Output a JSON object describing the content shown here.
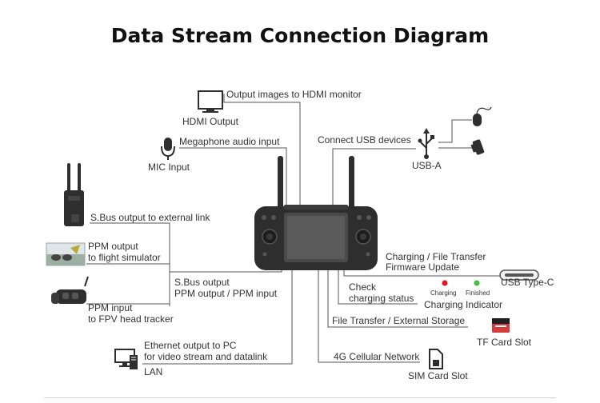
{
  "title": "Data Stream Connection Diagram",
  "labels": {
    "hdmi_desc": "Output images to HDMI monitor",
    "hdmi_port": "HDMI Output",
    "mic_desc": "Megaphone audio input",
    "mic_port": "MIC Input",
    "usb_desc": "Connect USB devices",
    "usb_port": "USB-A",
    "sbus_ext": "S.Bus output to external link",
    "ppm_sim_1": "PPM output",
    "ppm_sim_2": "to flight simulator",
    "ppm_fpv_1": "PPM input",
    "ppm_fpv_2": "to FPV head tracker",
    "sbus_ppm_1": "S.Bus output",
    "sbus_ppm_2": "PPM output / PPM input",
    "lan_desc_1": "Ethernet output to PC",
    "lan_desc_2": "for video stream and datalink",
    "lan_port": "LAN",
    "charge_desc_1": "Charging / File Transfer",
    "charge_desc_2": "Firmware Update",
    "usbc_port": "USB Type-C",
    "check_1": "Check",
    "check_2": "charging status",
    "charging_state": "Charging",
    "finished_state": "Finished",
    "charging_indicator": "Charging Indicator",
    "tf_desc": "File Transfer / External Storage",
    "tf_port": "TF Card Slot",
    "sim_desc": "4G Cellular Network",
    "sim_port": "SIM Card Slot"
  },
  "colors": {
    "line": "#555555",
    "device": "#2e2e2e",
    "screen": "#4a4a4a",
    "charging_led": "#e8141b",
    "finished_led": "#3cc23a",
    "tf_card": "#d63a3a"
  },
  "icons": [
    "monitor-icon",
    "microphone-icon",
    "usb-icon",
    "mouse-icon",
    "flash-drive-icon",
    "video-transmitter-icon",
    "flight-simulator-icon",
    "fpv-goggles-icon",
    "computer-icon",
    "usb-c-cable-icon",
    "tf-card-icon",
    "sim-card-icon"
  ]
}
